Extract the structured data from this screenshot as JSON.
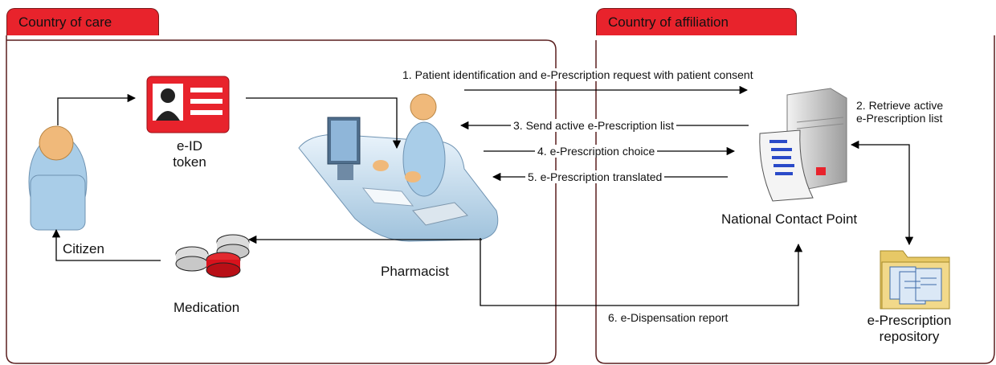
{
  "regions": {
    "care": {
      "title": "Country of care"
    },
    "affiliation": {
      "title": "Country of affiliation"
    }
  },
  "actors": {
    "citizen": "Citizen",
    "eid_line1": "e-ID",
    "eid_line2": "token",
    "pharmacist": "Pharmacist",
    "medication": "Medication",
    "ncp": "National Contact Point",
    "repo_line1": "e-Prescription",
    "repo_line2": "repository"
  },
  "steps": [
    {
      "text": "1. Patient identification and e-Prescription request with patient consent"
    },
    {
      "line1": "2. Retrieve active",
      "line2": "e-Prescription list"
    },
    {
      "text": "3. Send active e-Prescription list"
    },
    {
      "text": "4. e-Prescription choice"
    },
    {
      "text": "5. e-Prescription translated"
    },
    {
      "text": "6. e-Dispensation report"
    }
  ],
  "colors": {
    "tab_red": "#e8232c",
    "frame": "#5a1f1f",
    "person_body": "#a9cde8",
    "person_head": "#f0b97a",
    "card_red": "#e8232c",
    "pill_red": "#d8121c",
    "folder": "#f2d98a",
    "server_gray": "#b9b9b9"
  }
}
